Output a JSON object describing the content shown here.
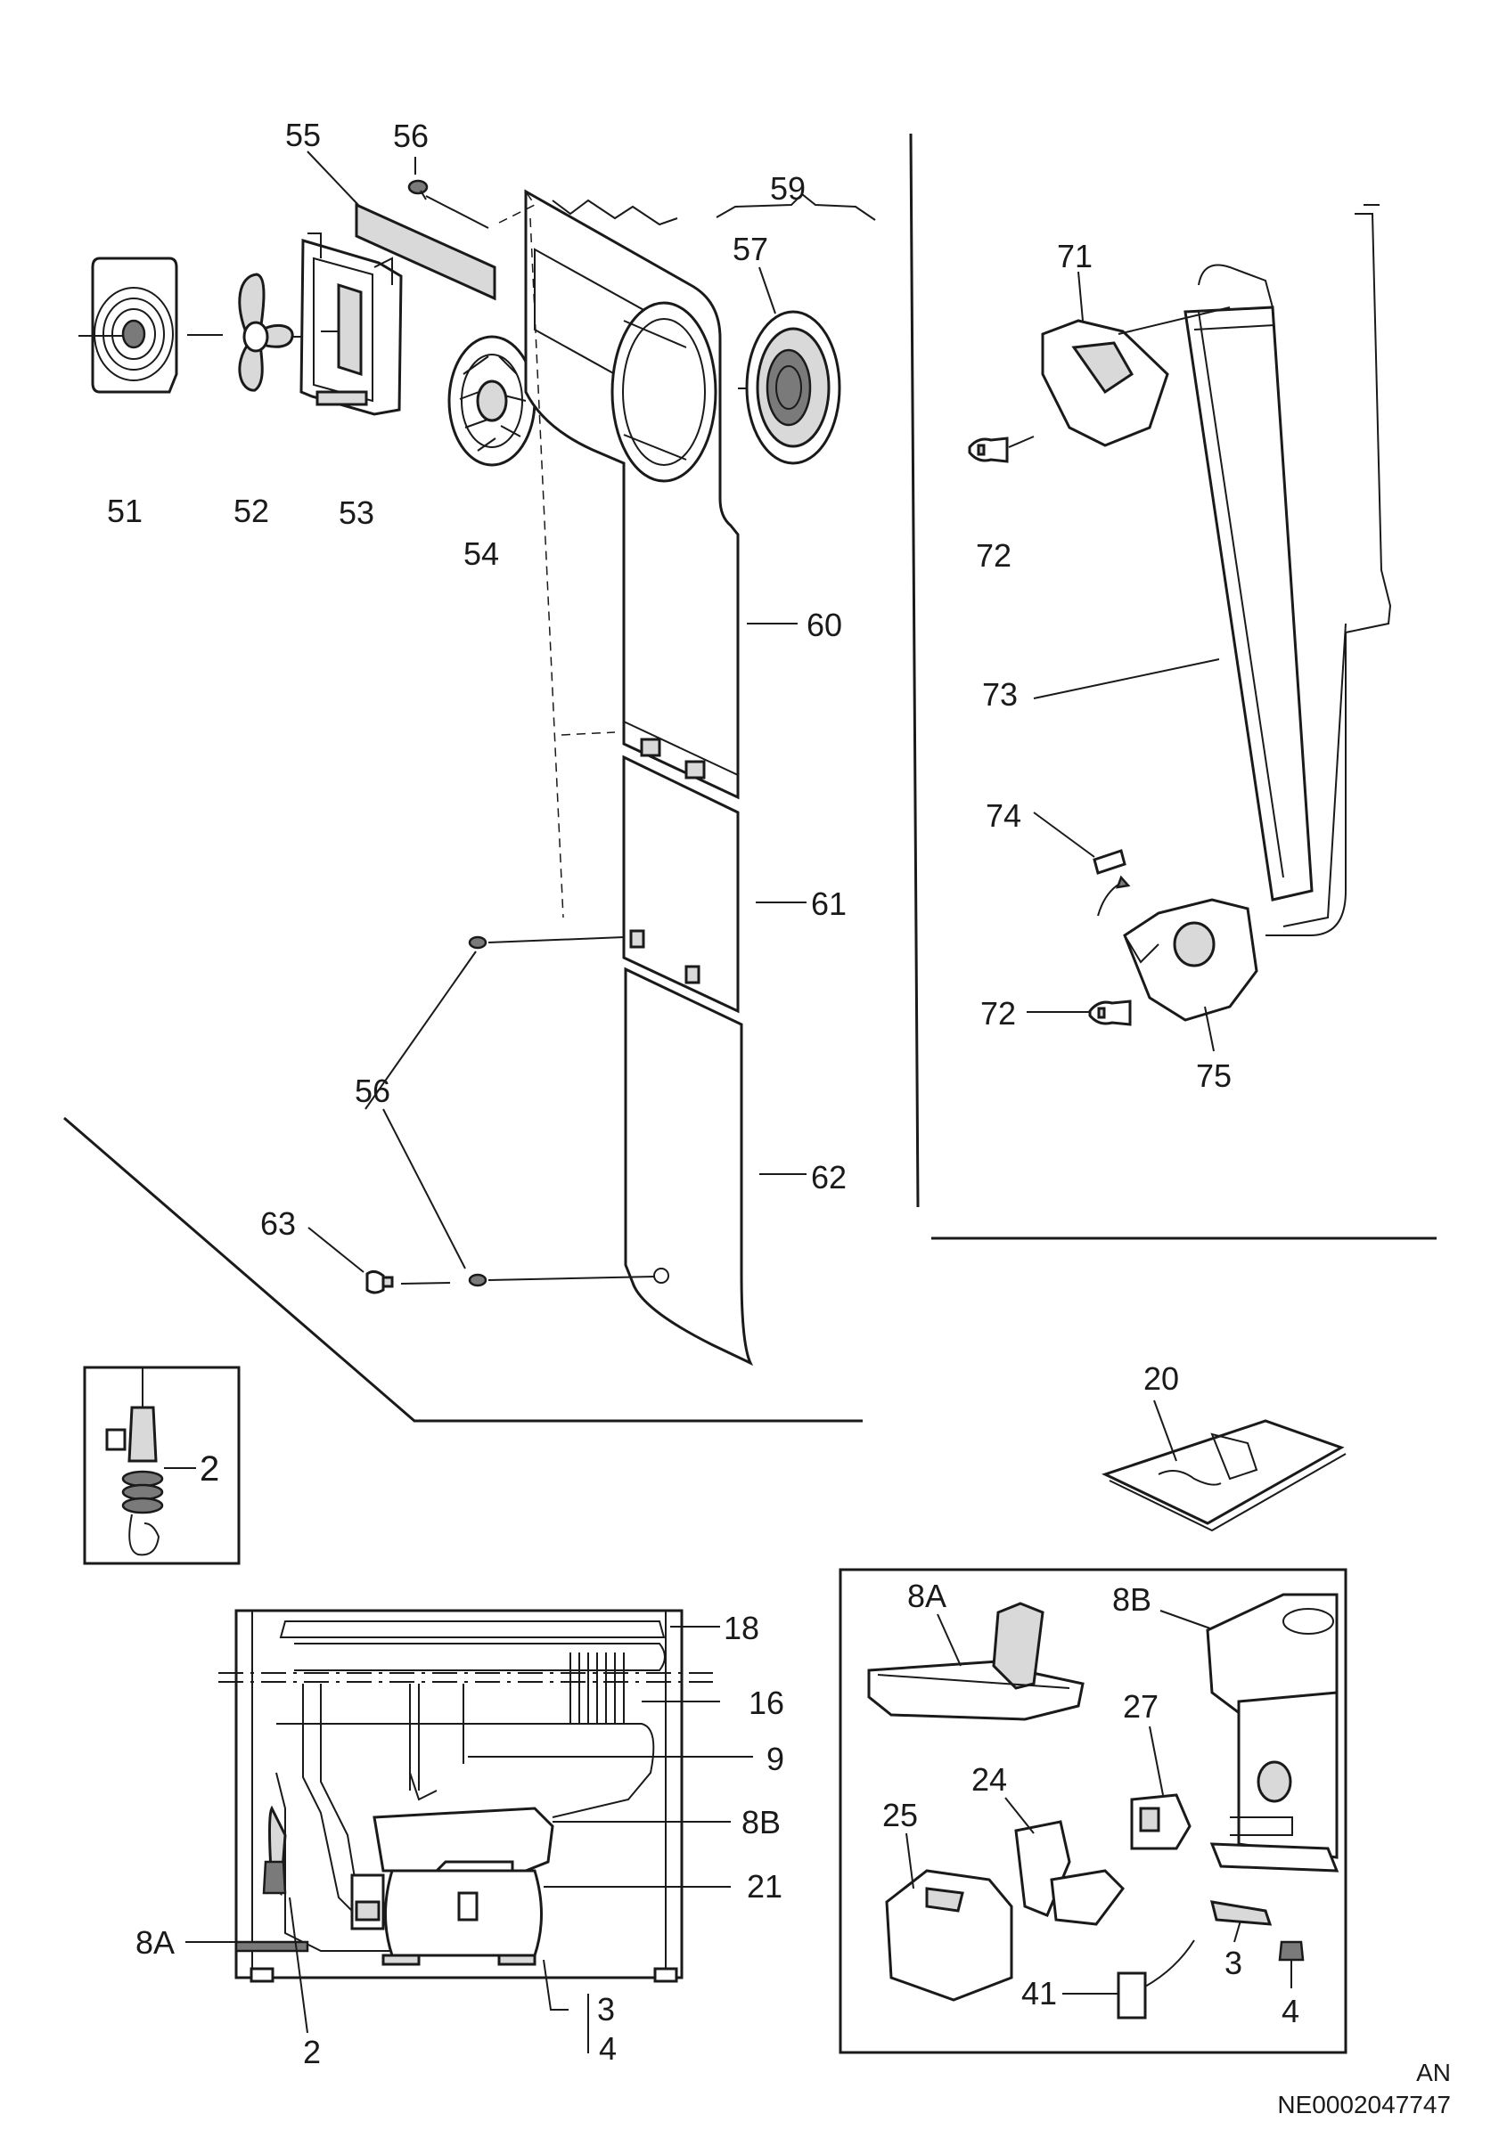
{
  "labels": {
    "l51": "51",
    "l52": "52",
    "l53": "53",
    "l54": "54",
    "l55": "55",
    "l56a": "56",
    "l56b": "56",
    "l57": "57",
    "l59": "59",
    "l60": "60",
    "l61": "61",
    "l62": "62",
    "l63": "63",
    "l71": "71",
    "l72a": "72",
    "l72b": "72",
    "l73": "73",
    "l74": "74",
    "l75": "75",
    "l20": "20",
    "l2a": "2",
    "l2b": "2",
    "l18": "18",
    "l16": "16",
    "l9": "9",
    "l8Ba": "8B",
    "l21": "21",
    "l8Aa": "8A",
    "l3a": "3",
    "l4a": "4",
    "l8Ab": "8A",
    "l8Bb": "8B",
    "l27": "27",
    "l24": "24",
    "l25": "25",
    "l41": "41",
    "l3b": "3",
    "l4b": "4"
  },
  "footer": {
    "lang": "AN",
    "doc_number": "NE0002047747"
  }
}
